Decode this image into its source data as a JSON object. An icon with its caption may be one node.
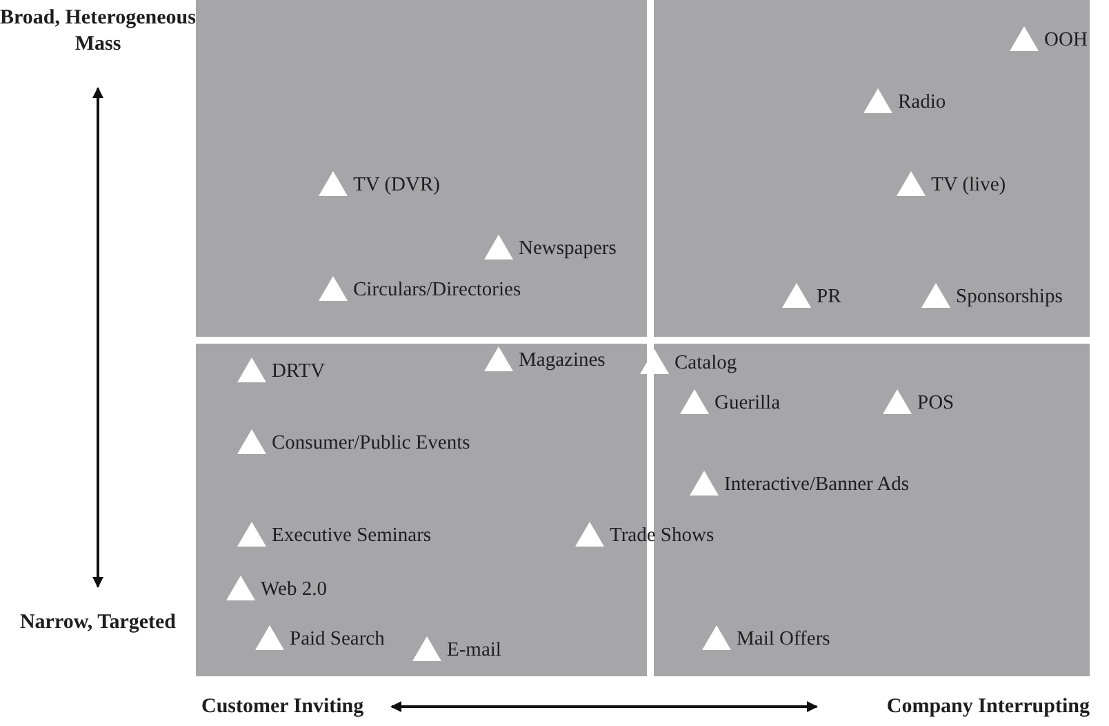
{
  "diagram": {
    "labels": [
      "Broad, Heterogeneous Mass",
      "OOH",
      "Radio",
      "TV (DVR)",
      "TV (live)",
      "Newspapers",
      "Circulars/Directories",
      "PR",
      "Sponsorships",
      "DRTV",
      "Magazines",
      "Catalog",
      "Guerilla",
      "POS",
      "Consumer/Public Events",
      "Interactive/Banner Ads",
      "Executive Seminars",
      "Trade Shows",
      "Web 2.0",
      "Narrow, Targeted",
      "Paid Search",
      "E-mail",
      "Mail Offers",
      "Customer Inviting",
      "Company Interrupting"
    ]
  }
}
